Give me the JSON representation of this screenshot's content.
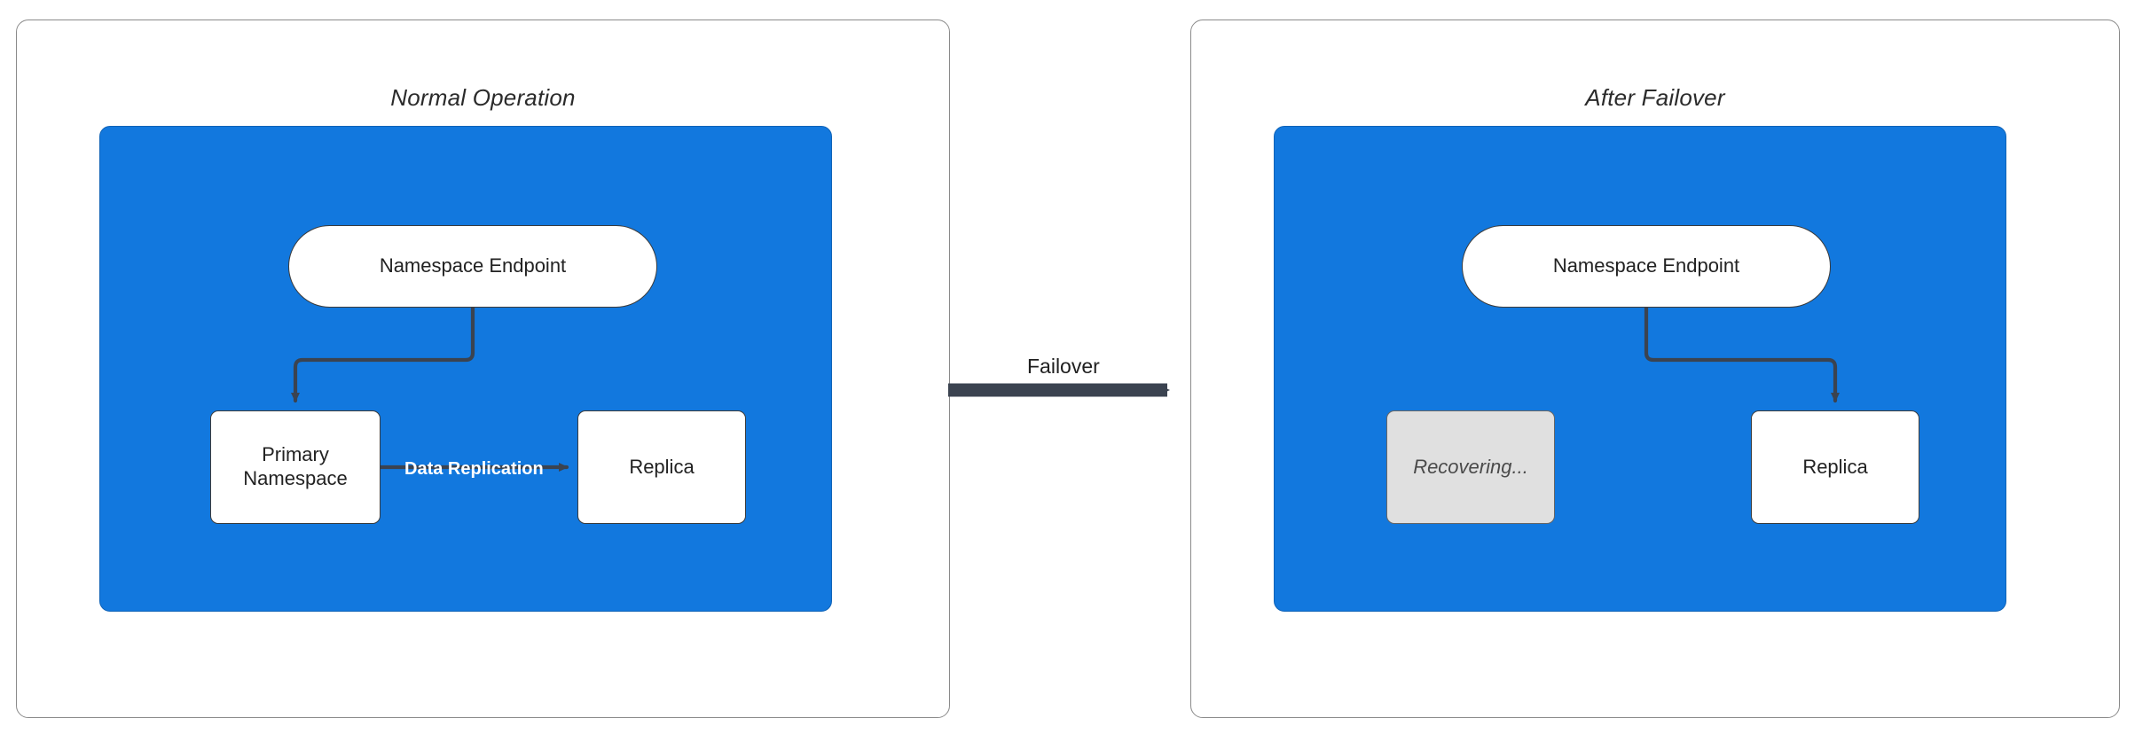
{
  "diagram": {
    "type": "failover-architecture",
    "background": "#ffffff",
    "accent_blue": "#1278DE",
    "edge_color": "#3b4350",
    "muted_fill": "#e0e0e0"
  },
  "panels": [
    {
      "id": "normal-operation",
      "title": "Normal Operation",
      "nodes": [
        {
          "id": "endpoint",
          "label": "Namespace Endpoint",
          "shape": "pill",
          "state": "active"
        },
        {
          "id": "primary",
          "label": "Primary\nNamespace",
          "shape": "rect",
          "state": "active"
        },
        {
          "id": "replica",
          "label": "Replica",
          "shape": "rect",
          "state": "active"
        }
      ],
      "edges": [
        {
          "id": "endpoint-to-primary",
          "from": "endpoint",
          "to": "primary",
          "label": ""
        },
        {
          "id": "primary-to-replica",
          "from": "primary",
          "to": "replica",
          "label": "Data Replication"
        }
      ]
    },
    {
      "id": "after-failover",
      "title": "After Failover",
      "nodes": [
        {
          "id": "endpoint",
          "label": "Namespace Endpoint",
          "shape": "pill",
          "state": "active"
        },
        {
          "id": "recovering",
          "label": "Recovering...",
          "shape": "rect",
          "state": "muted"
        },
        {
          "id": "replica",
          "label": "Replica",
          "shape": "rect",
          "state": "active"
        }
      ],
      "edges": [
        {
          "id": "endpoint-to-replica",
          "from": "endpoint",
          "to": "replica",
          "label": ""
        }
      ]
    }
  ],
  "transition": {
    "label": "Failover",
    "direction": "left-to-right"
  },
  "labels": {
    "panel_left_title": "Normal Operation",
    "panel_right_title": "After Failover",
    "endpoint_left": "Namespace Endpoint",
    "primary_left_line1": "Primary",
    "primary_left_line2": "Namespace",
    "replica_left": "Replica",
    "data_replication": "Data Replication",
    "failover": "Failover",
    "endpoint_right": "Namespace Endpoint",
    "recovering_right": "Recovering...",
    "replica_right": "Replica"
  }
}
